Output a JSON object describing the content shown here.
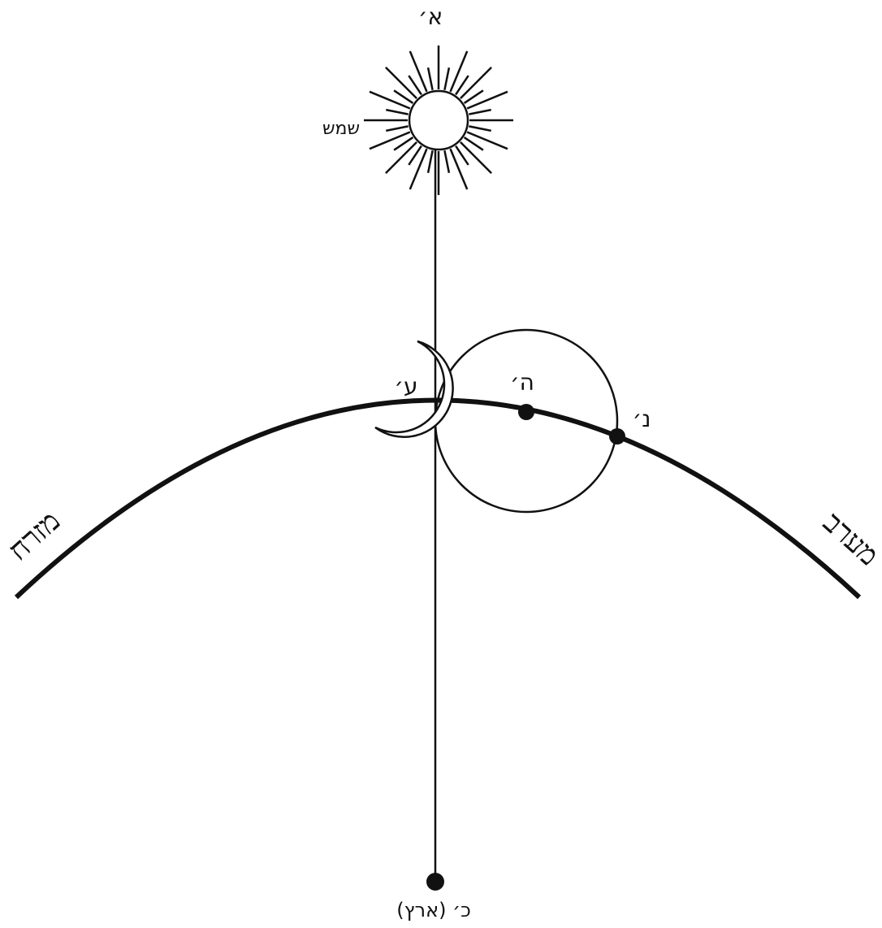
{
  "labels": {
    "point_aleph": "א׳",
    "sun": "שמש",
    "moon_point": "ע׳",
    "center_point": "ה׳",
    "nun_point": "נ׳",
    "east": "מזרח",
    "west": "מערב",
    "earth_point": "כ׳ (ארץ)"
  },
  "colors": {
    "stroke": "#111111",
    "background": "#ffffff"
  },
  "icons": {
    "sun": "sun-icon",
    "moon": "crescent-moon-icon"
  }
}
